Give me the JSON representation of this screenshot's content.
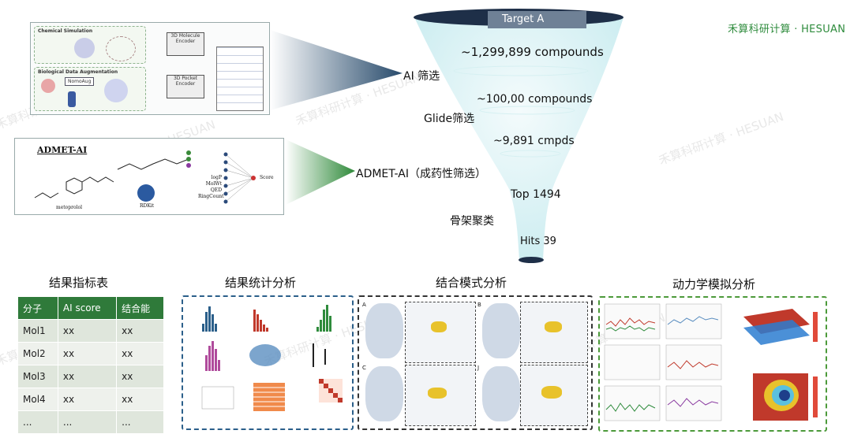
{
  "brand": "禾算科研计算 · HESUAN",
  "watermark": "禾算科研计算 · HESUAN",
  "funnel": {
    "top_label": "Target A",
    "counts": [
      "~1,299,899 compounds",
      "~100,00 compounds",
      "~9,891 cmpds",
      "Top 1494",
      "Hits 39"
    ],
    "stages": [
      "AI 筛选",
      "Glide筛选",
      "ADMET-AI（成药性筛选）",
      "骨架聚类"
    ]
  },
  "left_panels": {
    "ai": {
      "sub1": "Chemical Simulation",
      "sub2": "Biological Data Augmentation",
      "enc1": "3D Molecule Encoder",
      "enc2": "3D Pocket Encoder",
      "aug": "NomoAug"
    },
    "admet": {
      "title": "ADMET-AI",
      "molecule": "metoprolol",
      "rdkit": "RDKit",
      "props": [
        "logP",
        "MolWt",
        "QED",
        "RingCount"
      ],
      "score": "Score"
    }
  },
  "sections": {
    "table_title": "结果指标表",
    "stats_title": "结果统计分析",
    "binding_title": "结合模式分析",
    "md_title": "动力学模拟分析"
  },
  "result_table": {
    "headers": [
      "分子",
      "AI score",
      "结合能"
    ],
    "rows": [
      [
        "Mol1",
        "xx",
        "xx"
      ],
      [
        "Mol2",
        "xx",
        "xx"
      ],
      [
        "Mol3",
        "xx",
        "xx"
      ],
      [
        "Mol4",
        "xx",
        "xx"
      ],
      [
        "...",
        "...",
        "..."
      ]
    ]
  },
  "binding_panel_letters": [
    "A",
    "B",
    "C",
    "J"
  ],
  "colors": {
    "brand_green": "#2e8b3c",
    "table_header": "#2f7a3a",
    "funnel_top": "#1e2f48",
    "funnel_tint": "#cfeef2",
    "ai_arrow": "#274a6b",
    "admet_arrow": "#2f8a3a",
    "stats_border": "#2b5f8a",
    "binding_border": "#333333",
    "md_border": "#4c9a3a"
  }
}
